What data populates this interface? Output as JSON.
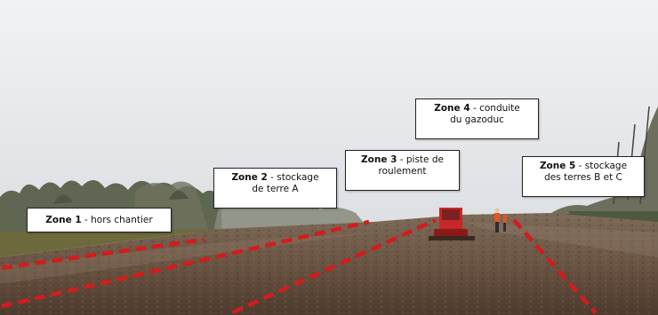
{
  "zones": [
    {
      "id": "zone-1",
      "name": "Zone 1",
      "desc_line1": " - hors chantier",
      "desc_line2": ""
    },
    {
      "id": "zone-2",
      "name": "Zone 2",
      "desc_line1": " - stockage",
      "desc_line2": "de terre A"
    },
    {
      "id": "zone-3",
      "name": "Zone 3",
      "desc_line1": " - piste de",
      "desc_line2": "roulement"
    },
    {
      "id": "zone-4",
      "name": "Zone 4",
      "desc_line1": " - conduite",
      "desc_line2": "du gazoduc"
    },
    {
      "id": "zone-5",
      "name": "Zone 5",
      "desc_line1": " - stockage",
      "desc_line2": "des terres B et C"
    }
  ],
  "colors": {
    "boundary_line": "#d41c1c",
    "sky": "#e9ebee",
    "soil": "#6e5a4a",
    "tree_line": "#5e6552",
    "tractor": "#c62828"
  }
}
